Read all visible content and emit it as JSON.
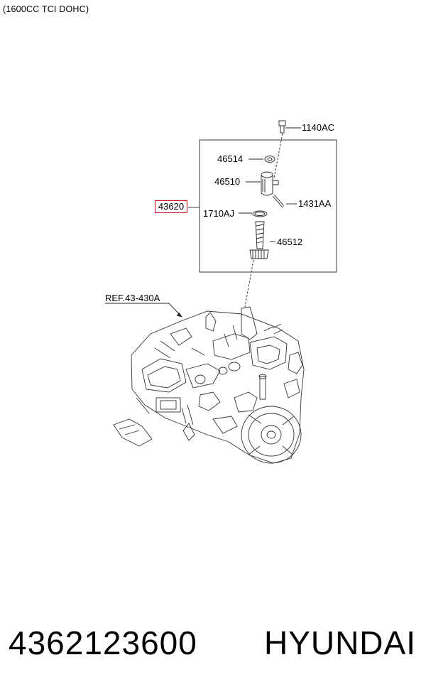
{
  "header": {
    "text": "(1600CC TCI DOHC)"
  },
  "diagram": {
    "assembly_label": "43620",
    "highlight_color": "#d0021b",
    "parts": {
      "bolt": "1140AC",
      "seal": "46514",
      "housing": "46510",
      "pin": "1431AA",
      "oring": "1710AJ",
      "gear": "46512"
    },
    "reference": "REF.43-430A"
  },
  "footer": {
    "part_number": "4362123600",
    "brand": "HYUNDAI"
  }
}
